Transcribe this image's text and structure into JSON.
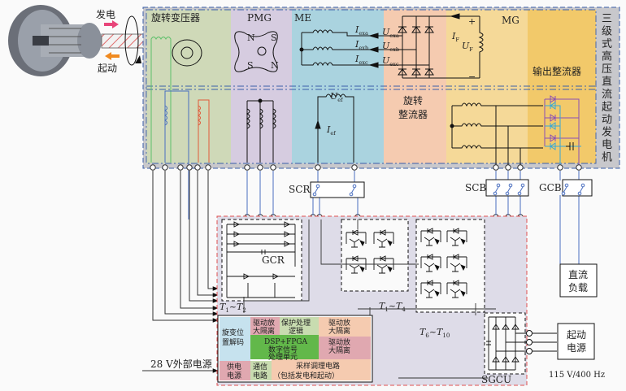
{
  "engine": {
    "generate_label": "发电",
    "start_label": "起动"
  },
  "generator": {
    "title_vertical": [
      "三",
      "级",
      "式",
      "高",
      "压",
      "直",
      "流",
      "起",
      "动",
      "发",
      "电",
      "机"
    ],
    "sections": {
      "rotary_transformer": "旋转变压器",
      "pmg": "PMG",
      "me": "ME",
      "mg": "MG",
      "output_rectifier": "输出整流器",
      "rotating_rectifier_line1": "旋转",
      "rotating_rectifier_line2": "整流器"
    },
    "me_labels": {
      "i_a": "I",
      "i_a_sub": "exa",
      "i_b": "I",
      "i_b_sub": "exb",
      "i_c": "I",
      "i_c_sub": "exc",
      "u_a": "U",
      "u_a_sub": "exa",
      "u_b": "U",
      "u_b_sub": "exb",
      "u_c": "U",
      "u_c_sub": "exc",
      "u_ef": "U",
      "u_ef_sub": "ef",
      "i_ef": "I",
      "i_ef_sub": "ef"
    },
    "pmg_poles": [
      "N",
      "S",
      "S",
      "N"
    ],
    "mg_labels": {
      "i_f": "I",
      "i_f_sub": "F",
      "u_f": "U",
      "u_f_sub": "F",
      "plus": "+",
      "minus": "−"
    }
  },
  "switches": {
    "scr": "SCR",
    "scb": "SCB",
    "gcb": "GCB",
    "gcr": "GCR"
  },
  "loads": {
    "dc_load_line1": "直流",
    "dc_load_line2": "负载",
    "start_source_line1": "起动",
    "start_source_line2": "电源",
    "start_source_spec": "115 V/400 Hz"
  },
  "sgcu": {
    "label": "SGCU",
    "t1_t2": {
      "a": "T",
      "a_sub": "1",
      "sep": "~",
      "b": "T",
      "b_sub": "2"
    },
    "t1_t4": {
      "a": "T",
      "a_sub": "1",
      "sep": "~",
      "b": "T",
      "b_sub": "4"
    },
    "t6_t10": {
      "a": "T",
      "a_sub": "6",
      "sep": "~",
      "b": "T",
      "b_sub": "10"
    },
    "external_power": "28 V外部电源",
    "blocks": {
      "resolver_line1": "旋变位",
      "resolver_line2": "置解码",
      "drive1_line1": "驱动放",
      "drive1_line2": "大隔离",
      "protect_line1": "保护处理",
      "protect_line2": "逻辑",
      "drive2_line1": "驱动放",
      "drive2_line2": "大隔离",
      "dsp_line1": "DSP+FPGA",
      "dsp_line2": "数字信号",
      "dsp_line3": "处理单元",
      "drive3_line1": "驱动放",
      "drive3_line2": "大隔离",
      "power_line1": "供电",
      "power_line2": "电源",
      "comm_line1": "通信",
      "comm_line2": "电路",
      "sample_line1": "采样调理电路",
      "sample_line2": "（包括发电和起动）"
    }
  },
  "colors": {
    "rotary_transformer": "#cfd9b8",
    "pmg": "#d6cce0",
    "me": "#aad3df",
    "rotating_rectifier": "#f5cbb0",
    "mg": "#f5d998",
    "output_rectifier": "#f2c96a",
    "frame": "#c8c8cc",
    "frame_border": "#3a5ea8",
    "sgcu_bg": "#dedce8",
    "sgcu_border": "#e05050",
    "wire_blue": "#4a6fc0",
    "wire_green": "#5cbf6a",
    "wire_red": "#e05a3a",
    "wire_purple": "#8a4fb5",
    "wire_cyan": "#35a8d8",
    "pink_arrow": "#e8457a",
    "orange_arrow": "#f08a20"
  }
}
